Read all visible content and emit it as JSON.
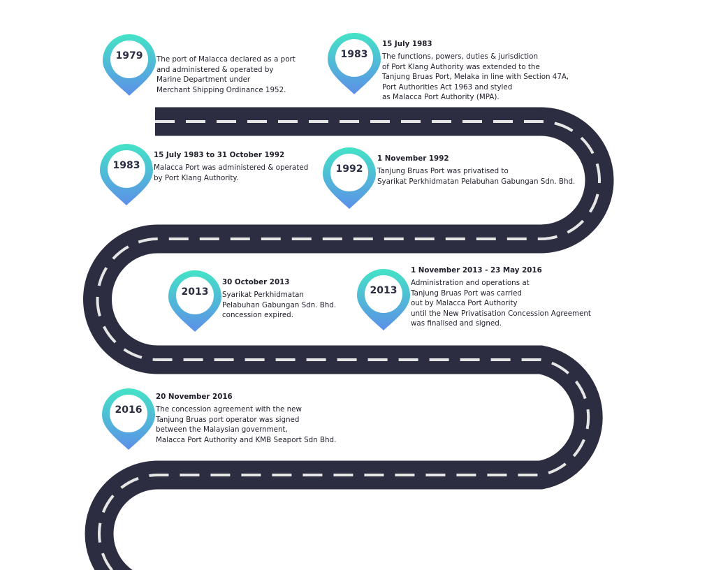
{
  "colors": {
    "road": "#2c2d40",
    "dash": "#e6e6e6",
    "pin_top": "#44e3c6",
    "pin_bottom": "#5c8fe8",
    "pin_inner": "#ffffff"
  },
  "events": [
    {
      "year": "1979",
      "date": "",
      "lines": [
        "The port of Malacca declared as a port",
        "and administered & operated by",
        "Marine Department under",
        "Merchant Shipping Ordinance 1952."
      ]
    },
    {
      "year": "1983",
      "date": "15 July 1983",
      "lines": [
        "The functions, powers, duties & jurisdiction",
        "of Port Klang Authority was extended to the",
        "Tanjung Bruas Port, Melaka in line with Section 47A,",
        "Port Authorities Act 1963 and styled",
        "as Malacca Port Authority (MPA)."
      ]
    },
    {
      "year": "1983",
      "date": "15 July 1983 to 31 October 1992",
      "lines": [
        "Malacca Port was administered & operated",
        "by Port Klang Authority."
      ]
    },
    {
      "year": "1992",
      "date": "1 November 1992",
      "lines": [
        "Tanjung Bruas Port was privatised to",
        "Syarikat Perkhidmatan Pelabuhan Gabungan Sdn. Bhd."
      ]
    },
    {
      "year": "2013",
      "date": "30 October 2013",
      "lines": [
        "Syarikat Perkhidmatan",
        "Pelabuhan Gabungan Sdn. Bhd.",
        "concession expired."
      ]
    },
    {
      "year": "2013",
      "date": "1 November 2013 - 23 May 2016",
      "lines": [
        "Administration and operations at",
        "Tanjung Bruas Port was carried",
        "out by Malacca Port Authority",
        "until the New Privatisation Concession Agreement",
        "was finalised and signed."
      ]
    },
    {
      "year": "2016",
      "date": "20 November 2016",
      "lines": [
        "The concession agreement with the new",
        "Tanjung Bruas port operator was signed",
        "between the Malaysian government,",
        "Malacca Port Authority and KMB Seaport Sdn Bhd."
      ]
    }
  ]
}
